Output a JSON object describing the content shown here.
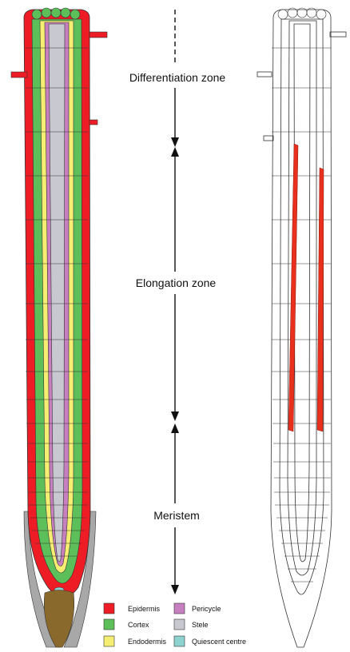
{
  "zones": [
    {
      "id": "differentiation",
      "label": "Differentiation zone"
    },
    {
      "id": "elongation",
      "label": "Elongation zone"
    },
    {
      "id": "meristem",
      "label": "Meristem"
    }
  ],
  "legend": [
    {
      "key": "epidermis",
      "label": "Epidermis",
      "color": "#ee1c24"
    },
    {
      "key": "pericycle",
      "label": "Pericycle",
      "color": "#c77fc0"
    },
    {
      "key": "cortex",
      "label": "Cortex",
      "color": "#5cbf5a"
    },
    {
      "key": "stele",
      "label": "Stele",
      "color": "#c8c8d0"
    },
    {
      "key": "endodermis",
      "label": "Endodermis",
      "color": "#f6ee72"
    },
    {
      "key": "quiescent",
      "label": "Quiescent centre",
      "color": "#8dd3cf"
    }
  ],
  "colors": {
    "root_cap": "#a8a8a8",
    "columella": "#8a6a2c",
    "outline": "#333333",
    "highlight": "#e8301c"
  }
}
